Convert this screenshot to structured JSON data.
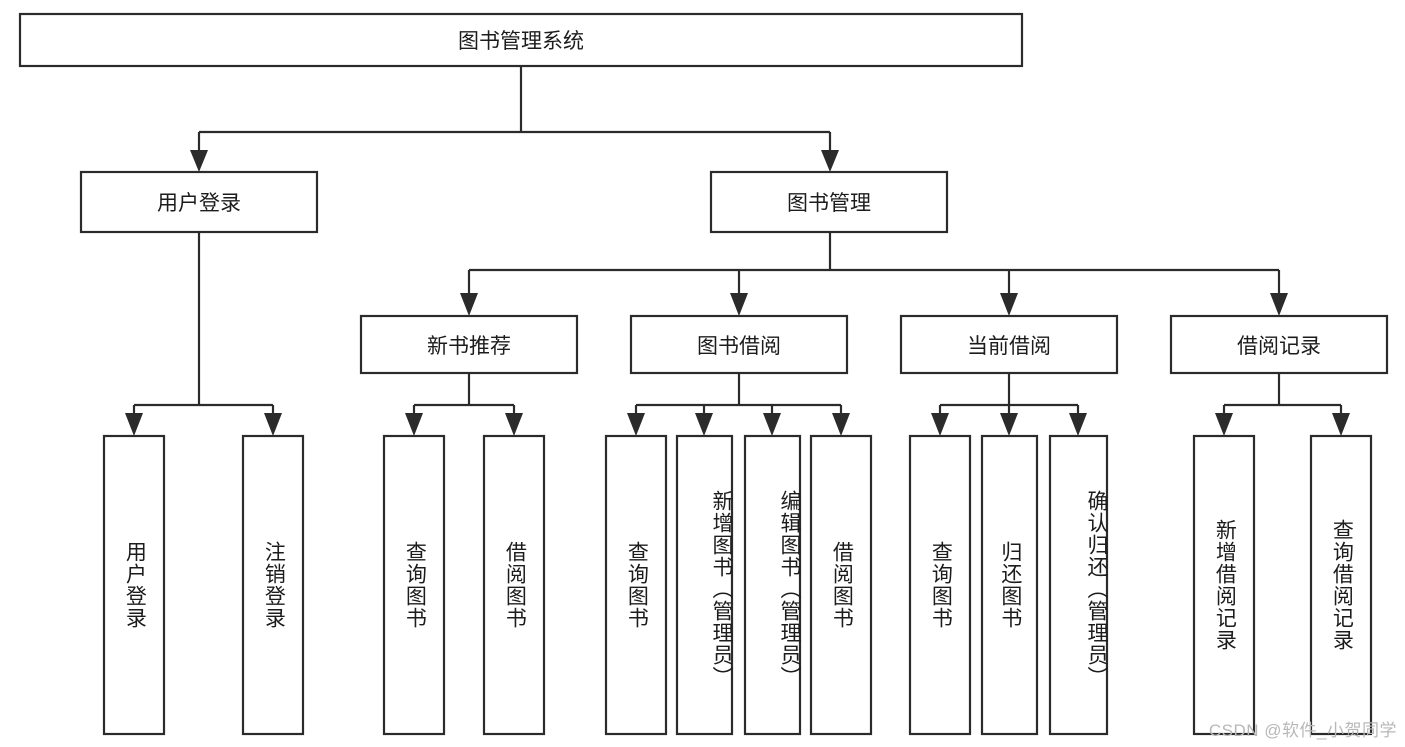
{
  "diagram": {
    "type": "tree-hierarchy-chart",
    "title": "图书管理系统",
    "watermark": "CSDN @软件_小贺同学",
    "colors": {
      "background": "#ffffff",
      "box_stroke": "#2b2b2b",
      "box_fill": "#ffffff",
      "text": "#1c1c1c",
      "watermark": "#b8b8b8"
    },
    "levels": {
      "root": {
        "label": "图书管理系统",
        "orientation": "horizontal"
      },
      "level2": [
        {
          "label": "用户登录",
          "orientation": "horizontal"
        },
        {
          "label": "图书管理",
          "orientation": "horizontal"
        }
      ],
      "level3": [
        {
          "label": "新书推荐",
          "orientation": "horizontal",
          "parent": "图书管理"
        },
        {
          "label": "图书借阅",
          "orientation": "horizontal",
          "parent": "图书管理"
        },
        {
          "label": "当前借阅",
          "orientation": "horizontal",
          "parent": "图书管理"
        },
        {
          "label": "借阅记录",
          "orientation": "horizontal",
          "parent": "图书管理"
        }
      ],
      "leaves": [
        {
          "label": "用户登录",
          "orientation": "vertical",
          "parent": "用户登录"
        },
        {
          "label": "注销登录",
          "orientation": "vertical",
          "parent": "用户登录"
        },
        {
          "label": "查询图书",
          "orientation": "vertical",
          "parent": "新书推荐"
        },
        {
          "label": "借阅图书",
          "orientation": "vertical",
          "parent": "新书推荐"
        },
        {
          "label": "查询图书",
          "orientation": "vertical",
          "parent": "图书借阅"
        },
        {
          "label": "新增图书（管理员）",
          "orientation": "vertical",
          "parent": "图书借阅"
        },
        {
          "label": "编辑图书（管理员）",
          "orientation": "vertical",
          "parent": "图书借阅"
        },
        {
          "label": "借阅图书",
          "orientation": "vertical",
          "parent": "图书借阅"
        },
        {
          "label": "查询图书",
          "orientation": "vertical",
          "parent": "当前借阅"
        },
        {
          "label": "归还图书",
          "orientation": "vertical",
          "parent": "当前借阅"
        },
        {
          "label": "确认归还（管理员）",
          "orientation": "vertical",
          "parent": "当前借阅"
        },
        {
          "label": "新增借阅记录",
          "orientation": "vertical",
          "parent": "借阅记录"
        },
        {
          "label": "查询借阅记录",
          "orientation": "vertical",
          "parent": "借阅记录"
        }
      ]
    }
  }
}
